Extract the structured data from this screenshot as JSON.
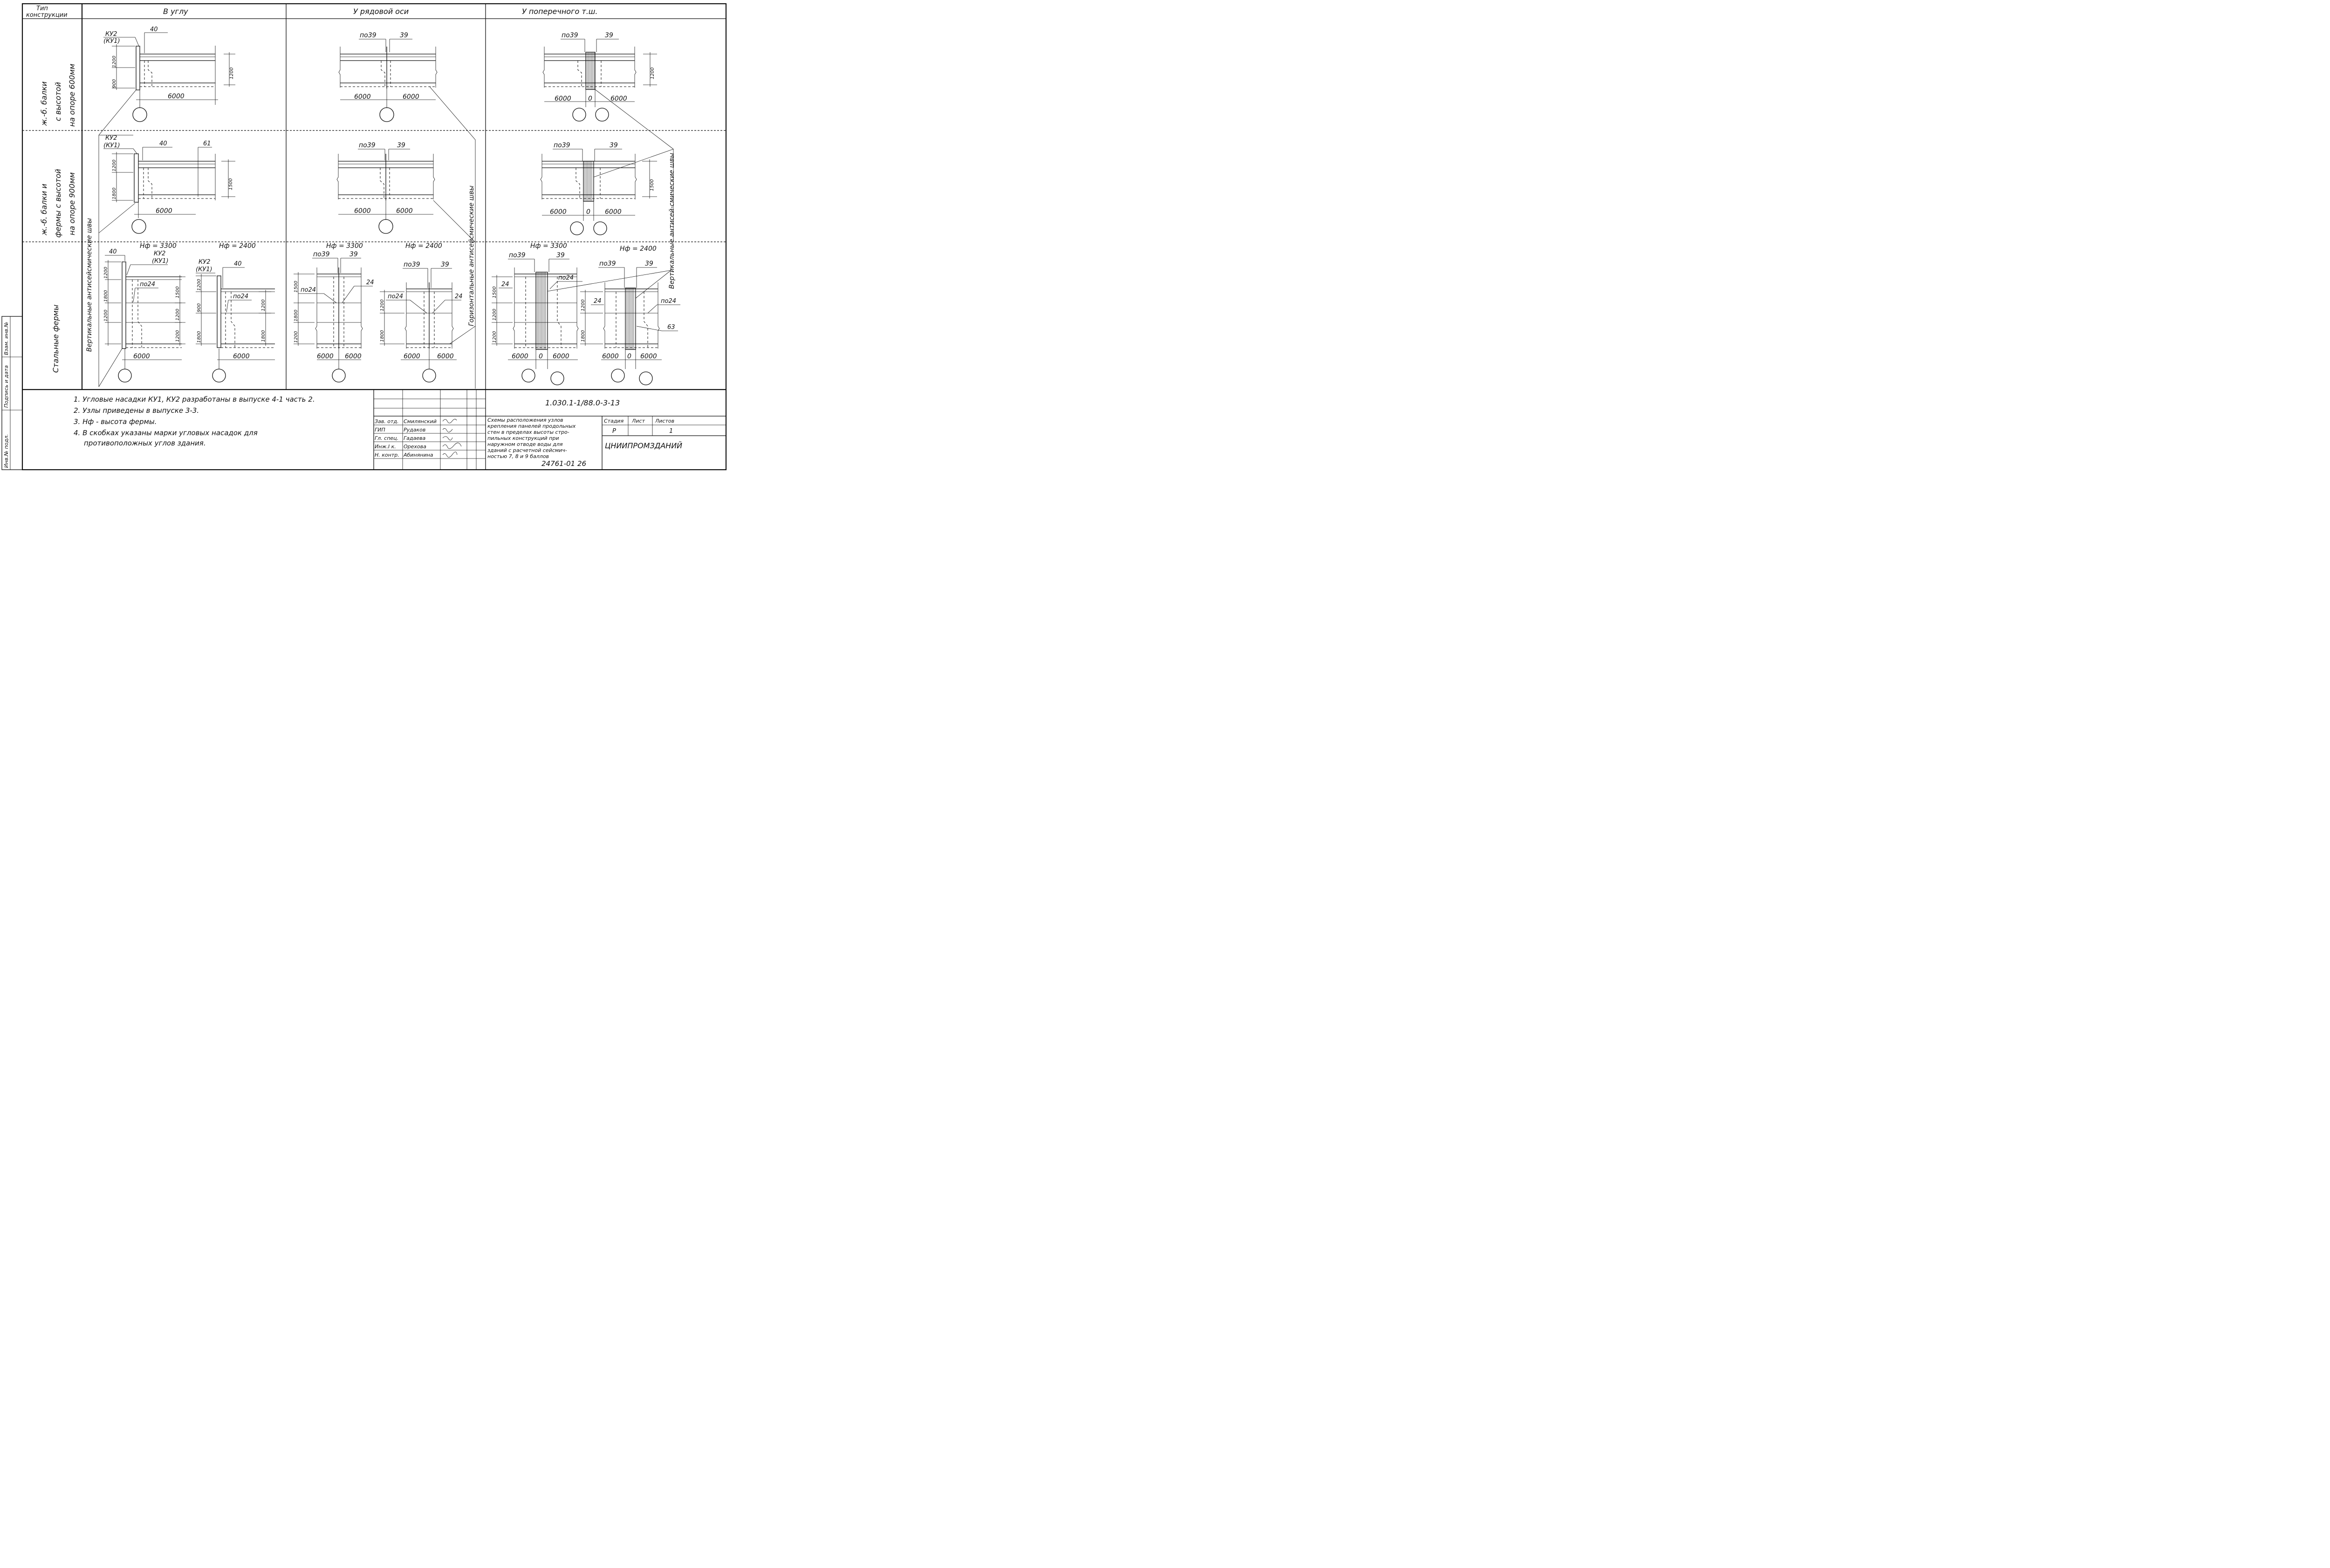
{
  "header": {
    "col0": [
      "Тип",
      "конструкции"
    ],
    "col1": "В углу",
    "col2": "У рядовой оси",
    "col3": "У поперечного т.ш."
  },
  "rows": {
    "r1": [
      "ж.-б. балки",
      "с высотой",
      "на опоре 600мм"
    ],
    "r2": [
      "ж.-б. балки и",
      "фермы с высотой",
      "на опоре 900мм"
    ],
    "r3": "Стальные фермы"
  },
  "sidebar": [
    "Инв.№ подл.",
    "Подпись и дата",
    "Взам. инв.№"
  ],
  "labels": {
    "ku2": "КУ2",
    "ku1": "(КУ1)",
    "n40": "40",
    "n61": "61",
    "n39": "39",
    "po39": "по39",
    "n24": "24",
    "po24": "по24",
    "n63": "63",
    "zero": "0",
    "d6000": "6000",
    "d1200": "1200",
    "d900": "900",
    "d1500": "1500",
    "d1800": "1800",
    "hf3300": "Нф = 3300",
    "hf2400": "Нф = 2400",
    "vert_seams": "Вертикальные антисейсмические швы",
    "horiz_seams": "Горизонтальные антисейсмические швы",
    "vert_seams2": "Вертикальные антисей-смические швы"
  },
  "notes": [
    "1. Угловые насадки КУ1, КУ2 разработаны в выпуске 4-1 часть 2.",
    "2. Узлы приведены в выпуске 3-3.",
    "3. Нф - высота фермы.",
    "4. В скобках указаны марки угловых насадок для",
    "противоположных углов здания."
  ],
  "title_block": {
    "code": "1.030.1-1/88.0-3-13",
    "roles": [
      "Зав. отд.",
      "ГИП",
      "Гл. спец.",
      "Инж.I к.",
      "Н. контр."
    ],
    "names": [
      "Смилянский",
      "Рудаков",
      "Гадаева",
      "Орехова",
      "Абинянина"
    ],
    "title": [
      "Схемы расположения узлов",
      "крепления панелей продольных",
      "стен в пределах высоты стро-",
      "пильных конструкций при",
      "наружном отводе воды для",
      "зданий с расчетной сейсмич-",
      "ностью 7, 8 и 9 баллов"
    ],
    "stage_label": "Стадия",
    "sheet_label": "Лист",
    "sheets_label": "Листов",
    "stage": "Р",
    "sheet": "1",
    "org": "ЦНИИПРОМЗДАНИЙ"
  },
  "footer": "24761-01 26"
}
